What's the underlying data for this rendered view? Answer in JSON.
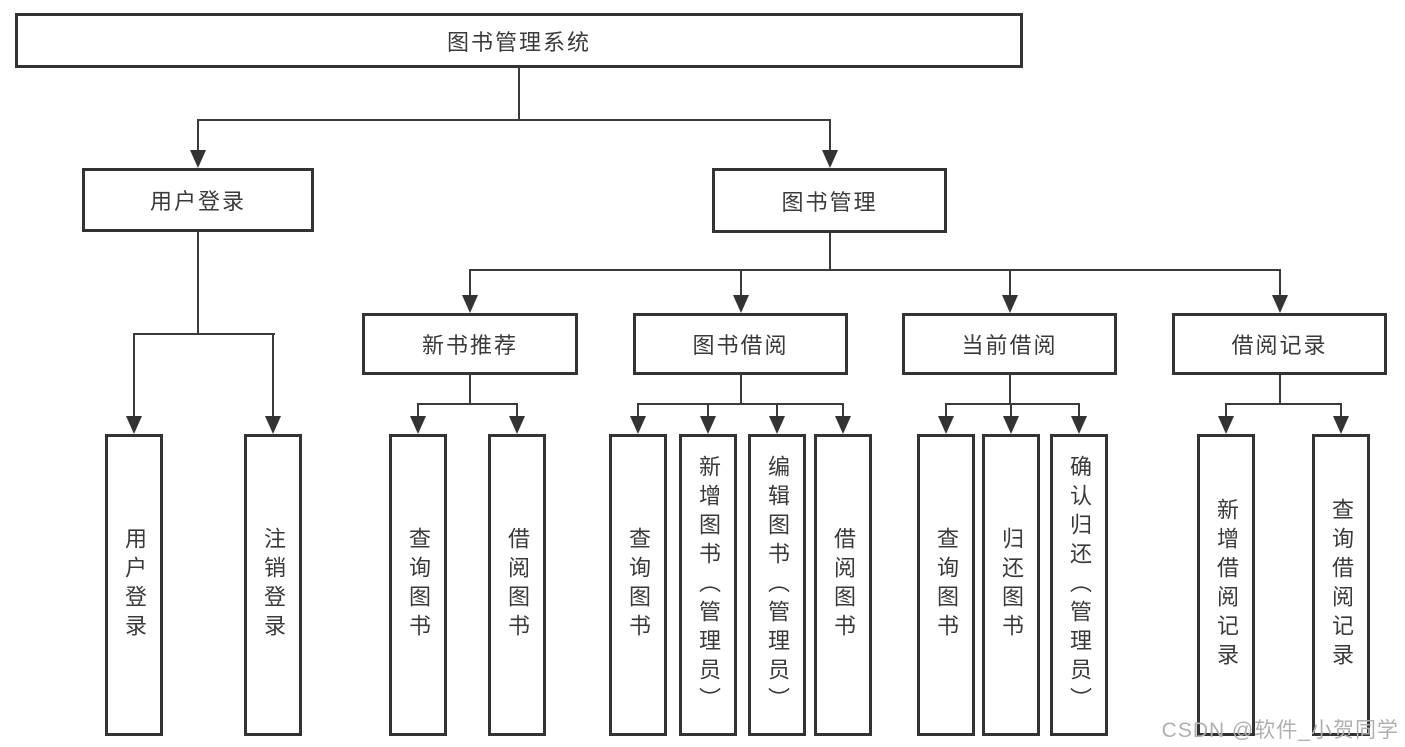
{
  "tree": {
    "root": "图书管理系统",
    "branches": [
      {
        "label": "用户登录",
        "children": [
          {
            "label": "用户登录"
          },
          {
            "label": "注销登录"
          }
        ]
      },
      {
        "label": "图书管理",
        "children": [
          {
            "label": "新书推荐",
            "children": [
              {
                "label": "查询图书"
              },
              {
                "label": "借阅图书"
              }
            ]
          },
          {
            "label": "图书借阅",
            "children": [
              {
                "label": "查询图书"
              },
              {
                "label": "新增图书（管理员）"
              },
              {
                "label": "编辑图书（管理员）"
              },
              {
                "label": "借阅图书"
              }
            ]
          },
          {
            "label": "当前借阅",
            "children": [
              {
                "label": "查询图书"
              },
              {
                "label": "归还图书"
              },
              {
                "label": "确认归还（管理员）"
              }
            ]
          },
          {
            "label": "借阅记录",
            "children": [
              {
                "label": "新增借阅记录"
              },
              {
                "label": "查询借阅记录"
              }
            ]
          }
        ]
      }
    ]
  },
  "watermark": "CSDN @软件_小贺同学",
  "colors": {
    "line": "#3a3a3a",
    "border": "#333333",
    "text": "#3a3a3a",
    "watermark": "#b0b0b0",
    "background": "#ffffff"
  }
}
